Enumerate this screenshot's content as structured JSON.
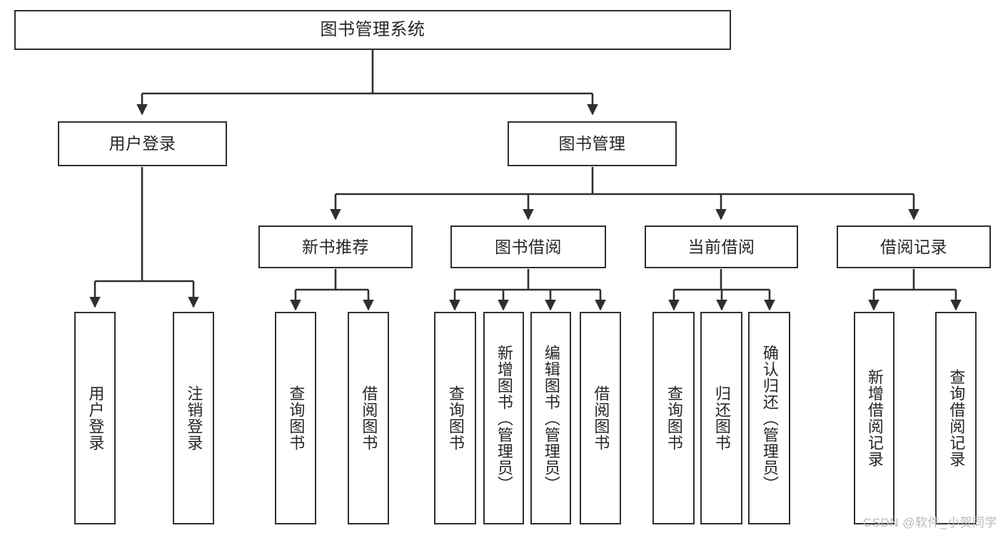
{
  "diagram": {
    "type": "hierarchy-tree",
    "title": "图书管理系统",
    "watermark": "CSDN @软件_小贺同学",
    "colors": {
      "box_border": "#2f2f2f",
      "box_fill": "#ffffff",
      "connector": "#2f2f2f",
      "text": "#262626",
      "watermark": "#b9b9b9"
    },
    "levels": {
      "root": "图书管理系统",
      "level2": [
        "用户登录",
        "图书管理"
      ],
      "level3": [
        "新书推荐",
        "图书借阅",
        "当前借阅",
        "借阅记录"
      ],
      "level4_groups": [
        [
          "用户登录",
          "注销登录"
        ],
        [
          "查询图书",
          "借阅图书"
        ],
        [
          "查询图书",
          "新增图书（管理员）",
          "编辑图书（管理员）",
          "借阅图书"
        ],
        [
          "查询图书",
          "归还图书",
          "确认归还（管理员）"
        ],
        [
          "新增借阅记录",
          "查询借阅记录"
        ]
      ]
    },
    "nodes": {
      "root": {
        "label": "图书管理系统"
      },
      "user_login": {
        "label": "用户登录"
      },
      "book_manage": {
        "label": "图书管理"
      },
      "new_book_rec": {
        "label": "新书推荐"
      },
      "book_borrow": {
        "label": "图书借阅"
      },
      "current_borrow": {
        "label": "当前借阅"
      },
      "borrow_record": {
        "label": "借阅记录"
      },
      "leaf_user_login": {
        "label": "用户登录"
      },
      "leaf_logout": {
        "label": "注销登录"
      },
      "leaf_query_book_1": {
        "label": "查询图书"
      },
      "leaf_borrow_book_1": {
        "label": "借阅图书"
      },
      "leaf_query_book_2": {
        "label": "查询图书"
      },
      "leaf_add_book": {
        "label": "新增图书（管理员）"
      },
      "leaf_edit_book": {
        "label": "编辑图书（管理员）"
      },
      "leaf_borrow_book_2": {
        "label": "借阅图书"
      },
      "leaf_query_book_3": {
        "label": "查询图书"
      },
      "leaf_return_book": {
        "label": "归还图书"
      },
      "leaf_confirm_return": {
        "label": "确认归还（管理员）"
      },
      "leaf_add_record": {
        "label": "新增借阅记录"
      },
      "leaf_query_record": {
        "label": "查询借阅记录"
      }
    }
  }
}
